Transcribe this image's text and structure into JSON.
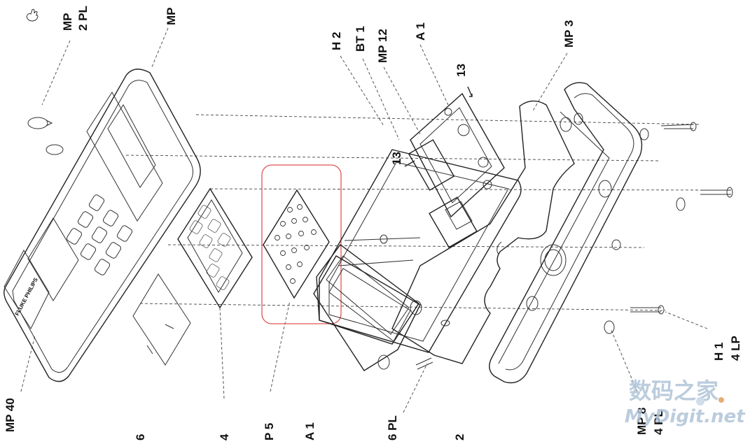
{
  "labels": {
    "mp_top_left": "MP",
    "pl2": "2 PL",
    "mp_top": "MP",
    "h2": "H 2",
    "bt1": "BT 1",
    "mp12": "MP 12",
    "a1": "A 1",
    "mp3": "MP 3",
    "b13_top": "13",
    "b13_mid": "13",
    "mp40": "MP 40",
    "n6": "6",
    "n4": "4",
    "p5": "P 5",
    "a1_bottom": "A 1",
    "n6pl": "6 PL",
    "n2": "2",
    "mp8": "MP 8",
    "pl4": "4 PL",
    "h1": "H 1",
    "lp4": "4 LP",
    "brand_panel": "FLUKE  PHILIPS"
  },
  "watermark": {
    "cn": "数码之家",
    "site": "MyDigit.net"
  },
  "colors": {
    "line": "#222222",
    "highlight": "#e05555",
    "watermark": "#b0c4d8"
  },
  "icons": {
    "hand": "pointing-hand-icon"
  }
}
